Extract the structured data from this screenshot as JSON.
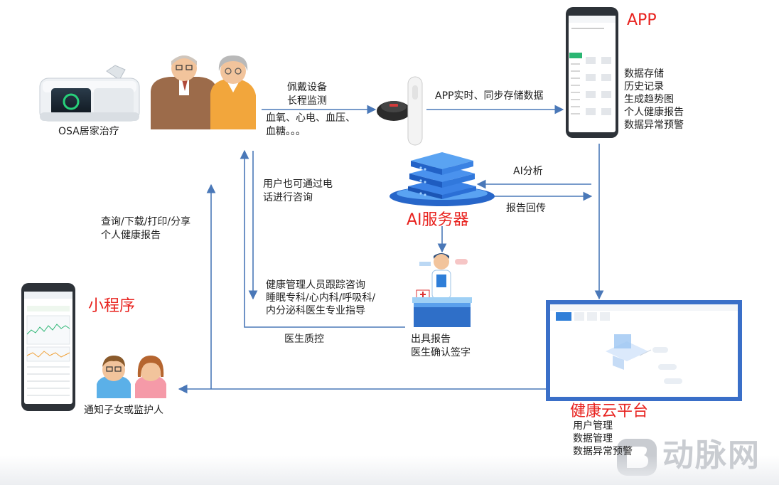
{
  "labels": {
    "osa": "OSA居家治疗",
    "wear_device": "佩戴设备",
    "long_monitor": "长程监测",
    "metrics_1": "血氧、心电、血压、",
    "metrics_2": "血糖。。。",
    "app_sync": "APP实时、同步存储数据",
    "app_title": "APP",
    "app_features": [
      "数据存储",
      "历史记录",
      "生成趋势图",
      "个人健康报告",
      "数据异常预警"
    ],
    "ai_analysis": "AI分析",
    "report_return": "报告回传",
    "ai_server": "AI服务器",
    "phone_consult_1": "用户也可通过电",
    "phone_consult_2": "话进行咨询",
    "query_1": "查询/下载/打印/分享",
    "query_2": "个人健康报告",
    "mini_program": "小程序",
    "health_mgmt": [
      "健康管理人员跟踪咨询",
      "睡眠专科/心内科/呼吸科/",
      "内分泌科医生专业指导"
    ],
    "doctor_qc": "医生质控",
    "issue_report_1": "出具报告",
    "issue_report_2": "医生确认签字",
    "notify": "通知子女或监护人",
    "cloud_title": "健康云平台",
    "cloud_features": [
      "用户管理",
      "数据管理",
      "数据异常预警"
    ],
    "watermark": "动脉网"
  },
  "icons": [
    "cpap-device-icon",
    "elderly-couple-icon",
    "ring-oximeter-icon",
    "smartphone-app-icon",
    "server-stack-icon",
    "doctor-icon",
    "smartphone-miniprogram-icon",
    "children-couple-icon",
    "monitor-cloud-icon",
    "watermark-logo-icon"
  ],
  "colors": {
    "arrow": "#4a78b8",
    "accent_red": "#e8231f",
    "server_blue": "#2f6fd0",
    "monitor_frame": "#3a6fc8"
  }
}
